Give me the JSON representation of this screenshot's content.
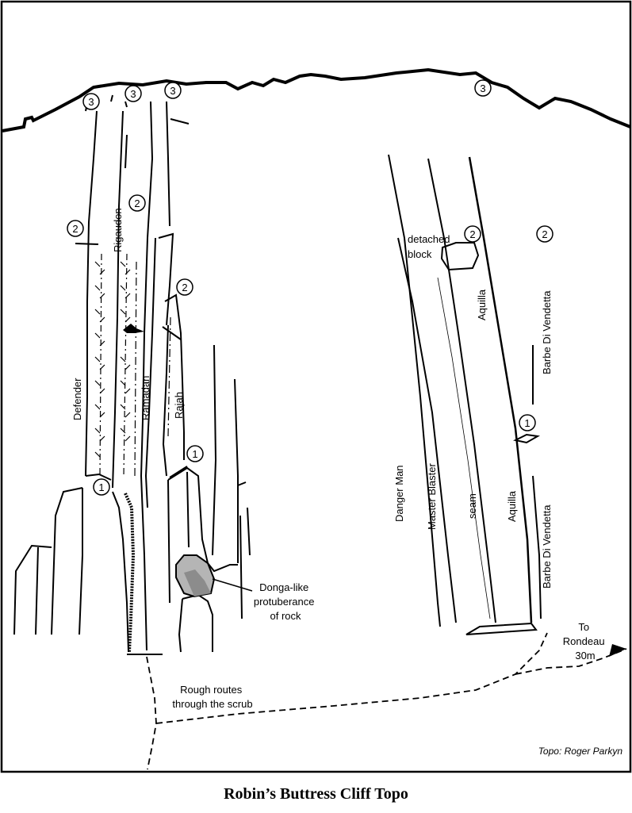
{
  "caption": "Robin’s Buttress Cliff Topo",
  "credit": "Topo: Roger Parkyn",
  "colors": {
    "line": "#000000",
    "boulder_fill": "#b5b5b5",
    "boulder_shade": "#8c8c8c",
    "background": "#ffffff"
  },
  "routes": {
    "defender": "Defender",
    "rigaudon": "Rigaudon",
    "ramadan": "Ramadan",
    "rajah": "Rajah",
    "danger_man": "Danger Man",
    "master_blaster": "Master Blaster",
    "seam": "seam",
    "aquilla_upper": "Aquilla",
    "aquilla_lower": "Aquilla",
    "barbe_upper": "Barbe Di Vendetta",
    "barbe_lower": "Barbe Di Vendetta"
  },
  "annotations": {
    "detached_block": [
      "detached",
      "block"
    ],
    "donga": [
      "Donga-like",
      "protuberance",
      "of rock"
    ],
    "rough_routes": [
      "Rough routes",
      "through the scrub"
    ],
    "to_rondeau": [
      "To",
      "Rondeau",
      "30m"
    ]
  },
  "pitch_numbers": {
    "p3_a": "3",
    "p3_b": "3",
    "p3_c": "3",
    "p3_d": "3",
    "p2_a": "2",
    "p2_b": "2",
    "p2_c": "2",
    "p2_d": "2",
    "p2_e": "2",
    "p1_a": "1",
    "p1_b": "1",
    "p1_c": "1"
  }
}
